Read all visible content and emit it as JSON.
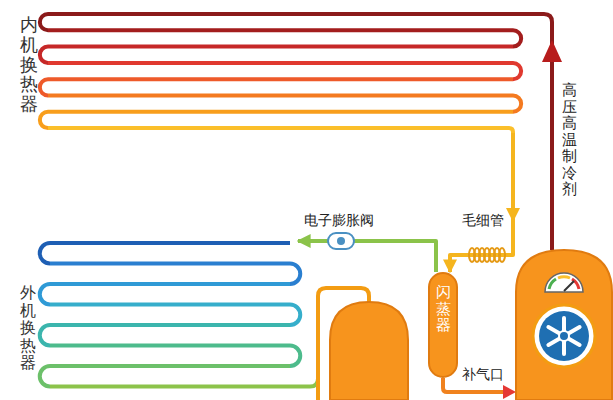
{
  "diagram": {
    "nodes": [
      {
        "text": [
          "内机换热器"
        ]
      },
      {
        "text": [
          "闪蒸器"
        ]
      },
      {
        "text": [
          "外机换热器"
        ]
      }
    ],
    "edges": [
      {
        "from": 0,
        "to": 1,
        "arrow": "to"
      },
      {
        "from": 1,
        "to": 2,
        "arrow": "to"
      }
    ],
    "labels": [
      "电子膨胀阀",
      "毛细管",
      "高压高温制冷剂",
      "补气口"
    ]
  }
}
